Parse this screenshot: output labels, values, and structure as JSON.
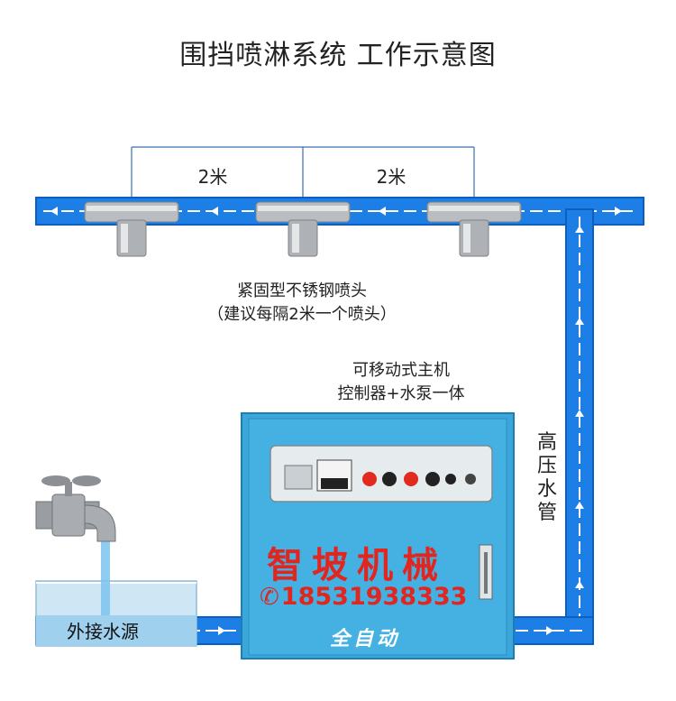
{
  "title": "围挡喷淋系统 工作示意图",
  "spacing_left": "2米",
  "spacing_right": "2米",
  "nozzle_caption_line1": "紧固型不锈钢喷头",
  "nozzle_caption_line2": "（建议每隔2米一个喷头）",
  "host_caption_line1": "可移动式主机",
  "host_caption_line2": "控制器+水泵一体",
  "pipe_label_chars": [
    "高",
    "压",
    "水",
    "管"
  ],
  "brand_text": "智坡机械",
  "phone_text": "18531938333",
  "auto_text": "全自动",
  "water_source_label": "外接水源",
  "colors": {
    "pipe": "#1d7fe6",
    "pipe_edge": "#0b5fc0",
    "cabinet": "#3aa6d9",
    "brand": "#e0261e"
  }
}
